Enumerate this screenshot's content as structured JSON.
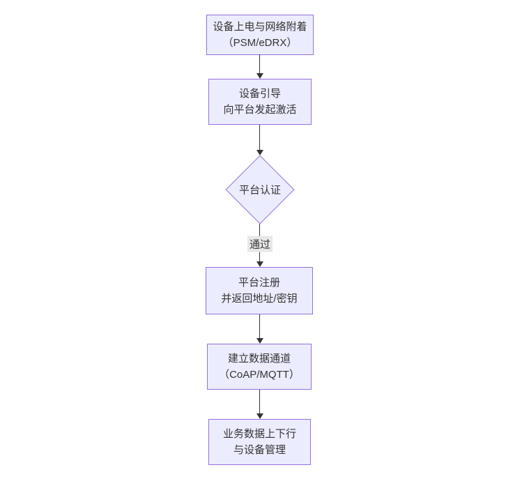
{
  "diagram": {
    "type": "flowchart-top-down",
    "colors": {
      "node_fill": "#ECECFF",
      "node_border": "#9370DB",
      "edge": "#333333",
      "text": "#333333",
      "edge_label_bg": "#e8e8e8",
      "background": "#ffffff"
    },
    "nodes": [
      {
        "id": "power-attach",
        "shape": "rect",
        "line1": "设备上电与网络附着",
        "line2": "（PSM/eDRX）"
      },
      {
        "id": "bootstrap",
        "shape": "rect",
        "line1": "设备引导",
        "line2": "向平台发起激活"
      },
      {
        "id": "platform-auth",
        "shape": "diamond",
        "line1": "平台认证",
        "line2": ""
      },
      {
        "id": "register",
        "shape": "rect",
        "line1": "平台注册",
        "line2": "并返回地址/密钥"
      },
      {
        "id": "data-channel",
        "shape": "rect",
        "line1": "建立数据通道",
        "line2": "（CoAP/MQTT）"
      },
      {
        "id": "business",
        "shape": "rect",
        "line1": "业务数据上下行",
        "line2": "与设备管理"
      }
    ],
    "edges": [
      {
        "from": "power-attach",
        "to": "bootstrap",
        "label": ""
      },
      {
        "from": "bootstrap",
        "to": "platform-auth",
        "label": ""
      },
      {
        "from": "platform-auth",
        "to": "register",
        "label": "通过"
      },
      {
        "from": "register",
        "to": "data-channel",
        "label": ""
      },
      {
        "from": "data-channel",
        "to": "business",
        "label": ""
      }
    ]
  }
}
